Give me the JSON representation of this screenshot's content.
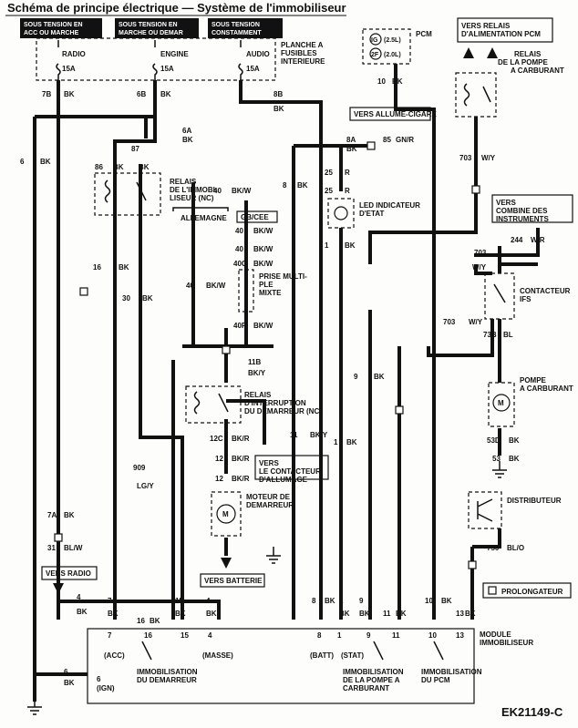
{
  "title": "Schéma de principe électrique — Système de l'immobiliseur",
  "figure_code": "EK21149-C",
  "supply_headers": [
    "SOUS TENSION EN ACC OU MARCHE",
    "SOUS TENSION EN MARCHE OU DEMAR",
    "SOUS TENSION CONSTAMMENT"
  ],
  "fuse_panel": {
    "label": "PLANCHE A FUSIBLES INTERIEURE",
    "fuses": [
      {
        "name": "RADIO",
        "amp": "15A"
      },
      {
        "name": "ENGINE",
        "amp": "15A"
      },
      {
        "name": "AUDIO",
        "amp": "15A"
      }
    ]
  },
  "pcm": {
    "label": "PCM",
    "options": [
      "(2.5L)",
      "(2.0L)"
    ],
    "option_icons": [
      "IG",
      "2F"
    ]
  },
  "vers_relais_alim": "VERS RELAIS D'ALIMENTATION PCM",
  "relais_pompe": "RELAIS DE LA POMPE A CARBURANT",
  "vers_allume_cigare": "VERS ALLUME-CIGARE",
  "led": "LED INDICATEUR D'ETAT",
  "relais_immob": "RELAIS DE L'IMMOBI-LISEUR (NC)",
  "allemagne": "ALLEMAGNE",
  "gbcee": "GB/CEE",
  "prise": "PRISE MULTI-PLE MIXTE",
  "relais_interruption": "RELAIS D'INTERRUPTION DU DEMARREUR (NC)",
  "vers_contacteur_allumage": "VERS LE CONTACTEUR D'ALLUMAGE",
  "moteur_demarreur": "MOTEUR DE DEMARREUR",
  "vers_batterie": "VERS BATTERIE",
  "vers_radio": "VERS RADIO",
  "vers_combine": "VERS COMBINE DES INSTRUMENTS",
  "contacteur_ifs": "CONTACTEUR IFS",
  "pompe": "POMPE A CARBURANT",
  "distributeur": "DISTRIBUTEUR",
  "prolongateur": "PROLONGATEUR",
  "module": "MODULE IMMOBILISEUR",
  "module_labels": {
    "acc": "(ACC)",
    "masse": "(MASSE)",
    "batt": "(BATT)",
    "stat": "(STAT)",
    "ign": "(IGN)"
  },
  "immob_demarreur": "IMMOBILISATION DU DEMARREUR",
  "immob_pompe": "IMMOBILISATION DE LA POMPE A CARBURANT",
  "immob_pcm": "IMMOBILISATION DU PCM",
  "wires": [
    {
      "id": "w7b",
      "text": "7B"
    },
    {
      "id": "bk1",
      "text": "BK"
    },
    {
      "id": "w6b",
      "text": "6B"
    },
    {
      "id": "bk2",
      "text": "BK"
    },
    {
      "id": "w8b",
      "text": "8B"
    },
    {
      "id": "bk3",
      "text": "BK"
    },
    {
      "id": "w6",
      "text": "6"
    },
    {
      "id": "bk4",
      "text": "BK"
    },
    {
      "id": "w6a",
      "text": "6A"
    },
    {
      "id": "bk5",
      "text": "BK"
    },
    {
      "id": "w86",
      "text": "86"
    },
    {
      "id": "bk6",
      "text": "BK"
    },
    {
      "id": "w87",
      "text": "87"
    },
    {
      "id": "bk7",
      "text": "BK"
    },
    {
      "id": "w10",
      "text": "10"
    },
    {
      "id": "bk8",
      "text": "BK"
    },
    {
      "id": "w8a",
      "text": "8A"
    },
    {
      "id": "bk9",
      "text": "BK"
    },
    {
      "id": "w85",
      "text": "85"
    },
    {
      "id": "gnr",
      "text": "GN/R"
    },
    {
      "id": "w703a",
      "text": "703"
    },
    {
      "id": "wy1",
      "text": "W/Y"
    },
    {
      "id": "w25a",
      "text": "25"
    },
    {
      "id": "r1",
      "text": "R"
    },
    {
      "id": "w25b",
      "text": "25"
    },
    {
      "id": "r2",
      "text": "R"
    },
    {
      "id": "w8",
      "text": "8"
    },
    {
      "id": "bk10",
      "text": "BK"
    },
    {
      "id": "w40",
      "text": "40"
    },
    {
      "id": "bkw1",
      "text": "BK/W"
    },
    {
      "id": "w244",
      "text": "244"
    },
    {
      "id": "wr",
      "text": "W/R"
    },
    {
      "id": "w1a",
      "text": "1"
    },
    {
      "id": "bk11",
      "text": "BK"
    },
    {
      "id": "w703b",
      "text": "703"
    },
    {
      "id": "wy2",
      "text": "W/Y"
    },
    {
      "id": "w40b",
      "text": "40"
    },
    {
      "id": "bkw2",
      "text": "BK/W"
    },
    {
      "id": "w40c",
      "text": "40"
    },
    {
      "id": "bkw3",
      "text": "BK/W"
    },
    {
      "id": "w40d",
      "text": "40C"
    },
    {
      "id": "bkw4",
      "text": "BK/W"
    },
    {
      "id": "w16",
      "text": "16"
    },
    {
      "id": "bk12",
      "text": "BK"
    },
    {
      "id": "w40e",
      "text": "40"
    },
    {
      "id": "bkw5",
      "text": "BK/W"
    },
    {
      "id": "w30",
      "text": "30"
    },
    {
      "id": "bk13",
      "text": "BK"
    },
    {
      "id": "w40p",
      "text": "40P"
    },
    {
      "id": "bkw6",
      "text": "BK/W"
    },
    {
      "id": "w703c",
      "text": "703"
    },
    {
      "id": "wy3",
      "text": "W/Y"
    },
    {
      "id": "w73b",
      "text": "73B"
    },
    {
      "id": "bl",
      "text": "BL"
    },
    {
      "id": "w11b",
      "text": "11B"
    },
    {
      "id": "bky1",
      "text": "BK/Y"
    },
    {
      "id": "w9",
      "text": "9"
    },
    {
      "id": "bk14",
      "text": "BK"
    },
    {
      "id": "w11",
      "text": "11"
    },
    {
      "id": "bky2",
      "text": "BK/Y"
    },
    {
      "id": "w12c",
      "text": "12C"
    },
    {
      "id": "bkr1",
      "text": "BK/R"
    },
    {
      "id": "w1b",
      "text": "1"
    },
    {
      "id": "bk15",
      "text": "BK"
    },
    {
      "id": "w53d",
      "text": "53D"
    },
    {
      "id": "bk16",
      "text": "BK"
    },
    {
      "id": "w53",
      "text": "53"
    },
    {
      "id": "bk17",
      "text": "BK"
    },
    {
      "id": "w909",
      "text": "909"
    },
    {
      "id": "lgy",
      "text": "LG/Y"
    },
    {
      "id": "w12a",
      "text": "12"
    },
    {
      "id": "bkr2",
      "text": "BK/R"
    },
    {
      "id": "w12b",
      "text": "12"
    },
    {
      "id": "bkr3",
      "text": "BK/R"
    },
    {
      "id": "w7a",
      "text": "7A"
    },
    {
      "id": "bk18",
      "text": "BK"
    },
    {
      "id": "w31",
      "text": "31"
    },
    {
      "id": "blw",
      "text": "BL/W"
    },
    {
      "id": "w750",
      "text": "750"
    },
    {
      "id": "blo",
      "text": "BL/O"
    },
    {
      "id": "w4",
      "text": "4"
    },
    {
      "id": "bk19",
      "text": "BK"
    },
    {
      "id": "w15",
      "text": "15"
    },
    {
      "id": "bk20",
      "text": "BK"
    },
    {
      "id": "w7",
      "text": "7"
    },
    {
      "id": "bk21",
      "text": "BK"
    },
    {
      "id": "w16b",
      "text": "16"
    },
    {
      "id": "bk22",
      "text": "BK"
    },
    {
      "id": "w4b",
      "text": "4"
    },
    {
      "id": "bk23",
      "text": "BK"
    },
    {
      "id": "w8b2",
      "text": "8"
    },
    {
      "id": "bk24",
      "text": "BK"
    },
    {
      "id": "w1c",
      "text": "1"
    },
    {
      "id": "bk25",
      "text": "BK"
    },
    {
      "id": "w9b",
      "text": "9"
    },
    {
      "id": "bk26",
      "text": "BK"
    },
    {
      "id": "w11c",
      "text": "11"
    },
    {
      "id": "bk27",
      "text": "BK"
    },
    {
      "id": "w10b",
      "text": "10"
    },
    {
      "id": "bk28",
      "text": "BK"
    },
    {
      "id": "w13",
      "text": "13"
    },
    {
      "id": "bk29",
      "text": "BK"
    },
    {
      "id": "w6c",
      "text": "6"
    },
    {
      "id": "bk30",
      "text": "BK"
    },
    {
      "id": "p7",
      "text": "7"
    },
    {
      "id": "p16",
      "text": "16"
    },
    {
      "id": "p15",
      "text": "15"
    },
    {
      "id": "p4",
      "text": "4"
    },
    {
      "id": "p8",
      "text": "8"
    },
    {
      "id": "p1",
      "text": "1"
    },
    {
      "id": "p9",
      "text": "9"
    },
    {
      "id": "p11",
      "text": "11"
    },
    {
      "id": "p10",
      "text": "10"
    },
    {
      "id": "p13",
      "text": "13"
    },
    {
      "id": "p6",
      "text": "6"
    }
  ]
}
